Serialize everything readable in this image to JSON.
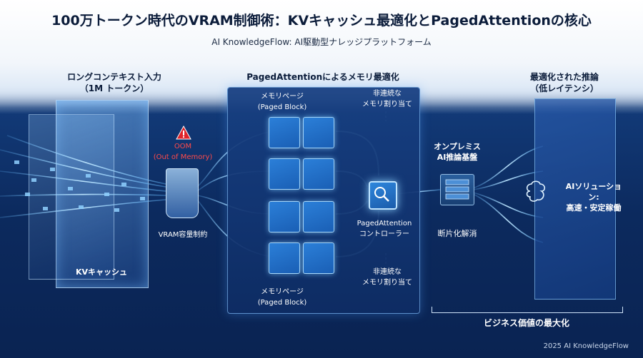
{
  "header": {
    "title": "100万トークン時代のVRAM制御術：KVキャッシュ最適化とPagedAttentionの核心",
    "subtitle": "AI KnowledgeFlow: AI駆動型ナレッジプラットフォーム"
  },
  "input_section": {
    "heading_line1": "ロングコンテキスト入力",
    "heading_line2": "（1M トークン）",
    "cache_label": "KVキャッシュ"
  },
  "oom": {
    "line1": "OOM",
    "line2": "(Out of Memory)",
    "vram_label": "VRAM容量制約"
  },
  "paged_section": {
    "heading": "PagedAttentionによるメモリ最適化",
    "top_label_line1": "メモリページ",
    "top_label_line2": "(Paged Block)",
    "bottom_label_line1": "メモリページ",
    "bottom_label_line2": "(Paged Block)",
    "noncontig_top_line1": "非連続な",
    "noncontig_top_line2": "メモリ割り当て",
    "noncontig_bottom_line1": "非連続な",
    "noncontig_bottom_line2": "メモリ割り当て",
    "controller_line1": "PagedAttention",
    "controller_line2": "コントローラー"
  },
  "infra": {
    "line1": "オンプレミス",
    "line2": "AI推論基盤",
    "defrag_label": "断片化解消"
  },
  "output_section": {
    "heading_line1": "最適化された推論",
    "heading_line2": "（低レイテンシ）",
    "result_line1": "AIソリューション:",
    "result_line2": "高速・安定稼働"
  },
  "business": {
    "label": "ビジネス価値の最大化"
  },
  "footer": {
    "copyright": "2025 AI KnowledgeFlow"
  },
  "colors": {
    "title": "#0b1c3a",
    "panel": "#143a7a",
    "glow": "#8fd4ff",
    "alert": "#e0242a"
  },
  "icons": [
    "warning-icon",
    "trash-bin-icon",
    "memory-block-icon",
    "search-chip-icon",
    "server-icon",
    "brain-icon"
  ]
}
